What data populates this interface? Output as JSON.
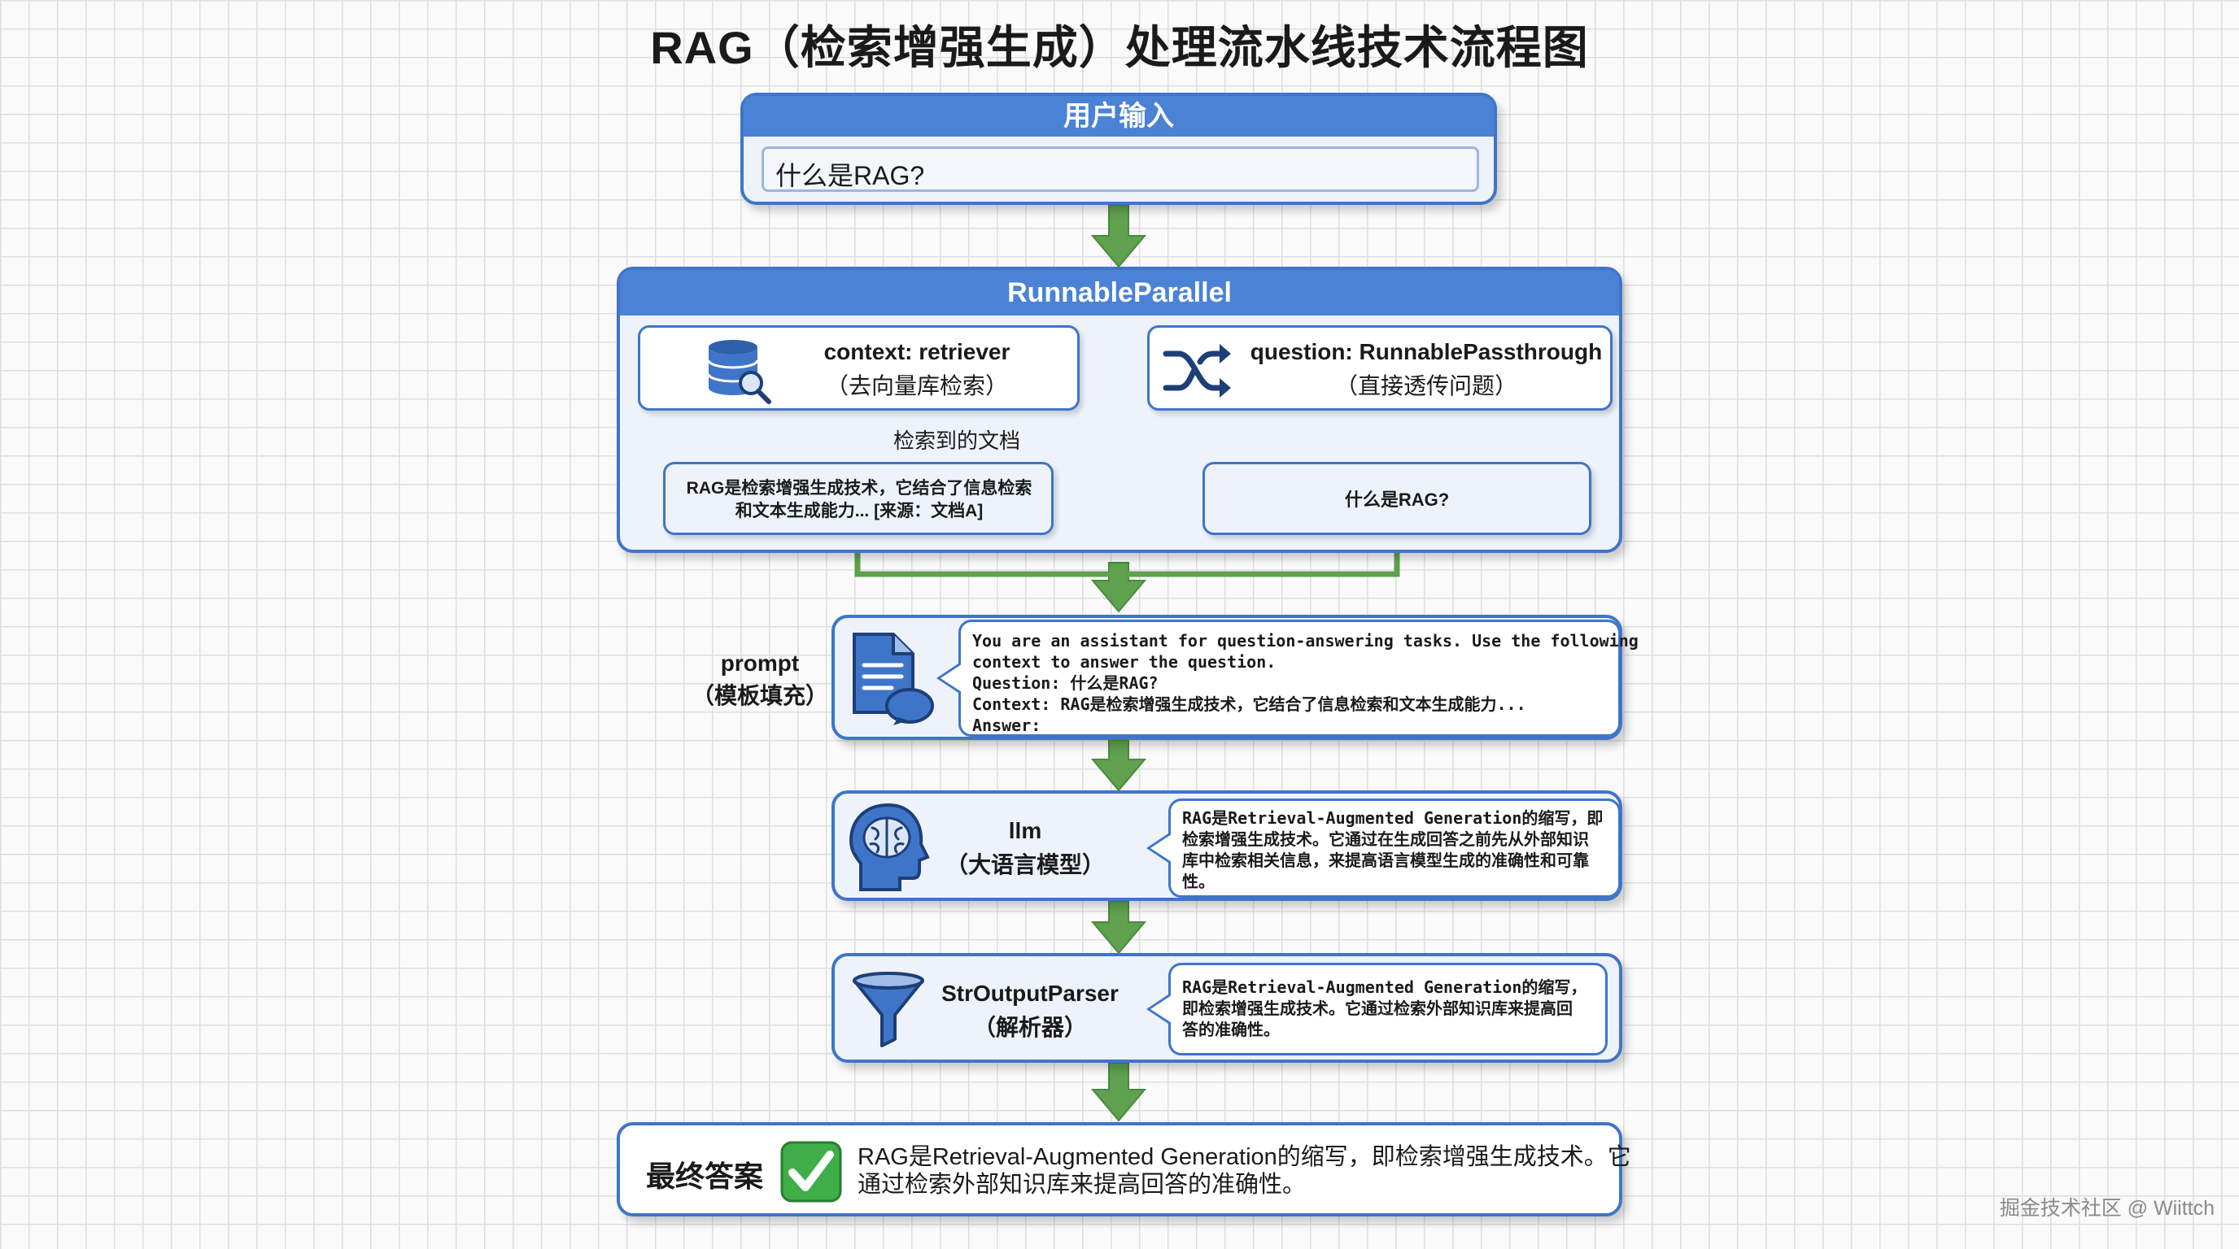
{
  "title": "RAG（检索增强生成）处理流水线技术流程图",
  "user_input": {
    "header": "用户输入",
    "value": "什么是RAG?"
  },
  "parallel": {
    "header": "RunnableParallel",
    "context": {
      "name": "context: retriever",
      "sub": "（去向量库检索）",
      "arrow_label": "检索到的文档",
      "result_line1": "RAG是检索增强生成技术，它结合了信息检索",
      "result_line2": "和文本生成能力... [来源：文档A]"
    },
    "question": {
      "name": "question: RunnablePassthrough",
      "sub": "（直接透传问题）",
      "result": "什么是RAG?"
    }
  },
  "prompt": {
    "label": "prompt",
    "sub": "（模板填充）",
    "lines": [
      "You are an assistant for question-answering tasks. Use the following",
      "context to answer the question.",
      "Question: 什么是RAG?",
      "Context: RAG是检索增强生成技术，它结合了信息检索和文本生成能力...",
      "Answer:"
    ]
  },
  "llm": {
    "label": "llm",
    "sub": "（大语言模型）",
    "lines": [
      "RAG是Retrieval-Augmented Generation的缩写，即",
      "检索增强生成技术。它通过在生成回答之前先从外部知识",
      "库中检索相关信息，来提高语言模型生成的准确性和可靠",
      "性。"
    ]
  },
  "parser": {
    "label": "StrOutputParser",
    "sub": "（解析器）",
    "lines": [
      "RAG是Retrieval-Augmented Generation的缩写，",
      "即检索增强生成技术。它通过检索外部知识库来提高回",
      "答的准确性。"
    ]
  },
  "final": {
    "label": "最终答案",
    "line1": "RAG是Retrieval-Augmented Generation的缩写，即检索增强生成技术。它",
    "line2": "通过检索外部知识库来提高回答的准确性。"
  },
  "watermark": "掘金技术社区 @ Wiittch",
  "icons": {
    "retriever": "database-search-icon",
    "passthrough": "shuffle-icon",
    "prompt": "document-chat-icon",
    "llm": "brain-head-icon",
    "parser": "funnel-icon",
    "final": "checkmark-icon"
  },
  "colors": {
    "accent_blue": "#4a82d6",
    "arrow_green": "#5fa14e",
    "check_green": "#3fae48"
  }
}
